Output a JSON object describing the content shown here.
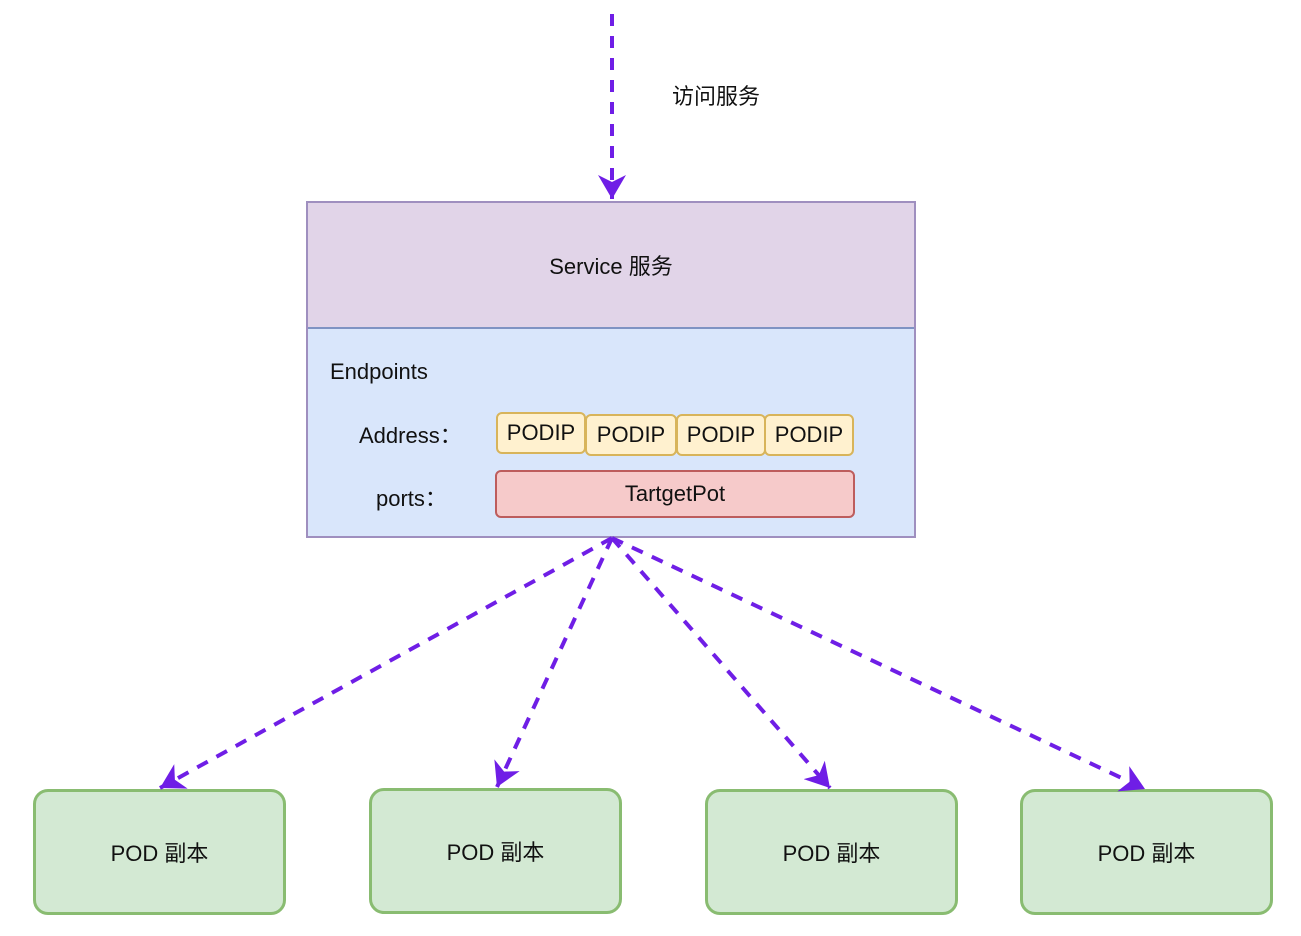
{
  "access_label": "访问服务",
  "service": {
    "title": "Service 服务",
    "endpoints_title": "Endpoints",
    "address_label": "Address：",
    "ports_label": "ports：",
    "address_items": [
      "PODIP",
      "PODIP",
      "PODIP",
      "PODIP"
    ],
    "port_value": "TartgetPot"
  },
  "pods": [
    {
      "label": "POD 副本"
    },
    {
      "label": "POD 副本"
    },
    {
      "label": "POD 副本"
    },
    {
      "label": "POD 副本"
    }
  ],
  "colors": {
    "arrow": "#6f1ee6",
    "service_header": "#e1d4e8",
    "endpoints_bg": "#d9e6fb",
    "podip_fill": "#fff1cf",
    "port_fill": "#f6caca",
    "pod_fill": "#d3e9d3"
  }
}
